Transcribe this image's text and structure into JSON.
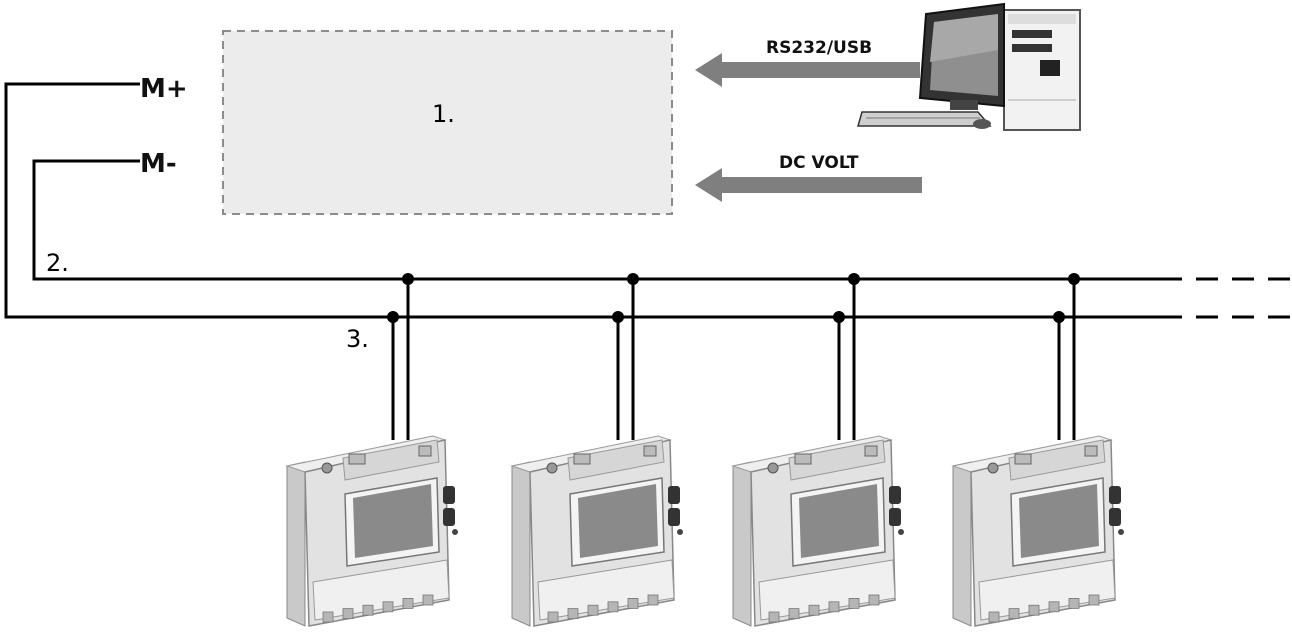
{
  "labels": {
    "m_plus": "M+",
    "m_minus": "M-",
    "converter_number": "1.",
    "bus_number": "2.",
    "tap_number": "3.",
    "rs232_usb": "RS232/USB",
    "dc_volt": "DC VOLT"
  },
  "meters": [
    {
      "id": "meter-1"
    },
    {
      "id": "meter-2"
    },
    {
      "id": "meter-3"
    },
    {
      "id": "meter-4"
    }
  ],
  "colors": {
    "wire": "#000000",
    "arrow": "#7f7f7f",
    "box_fill": "#ececec",
    "box_border": "#8c8c8c",
    "meter_body": "#e2e2e2",
    "meter_shade": "#c9c9c9",
    "meter_screen": "#8a8a8a"
  },
  "icons": {
    "computer": "desktop-computer-icon",
    "meter": "energy-meter-icon"
  }
}
